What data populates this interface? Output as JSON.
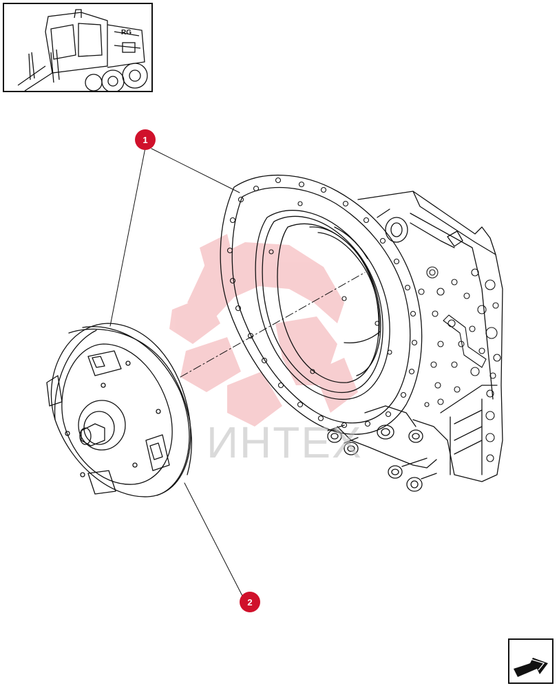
{
  "thumbnail": {
    "label": "machine-overview-thumbnail",
    "icon": "motor-grader-icon"
  },
  "callouts": [
    {
      "number": "1",
      "part": "transmission-housing"
    },
    {
      "number": "2",
      "part": "torque-converter"
    }
  ],
  "watermark": {
    "text": "ИНТЕХ",
    "logo_icon": "gear-logo-icon",
    "color": "#f2a7ab"
  },
  "navigation": {
    "icon": "next-page-arrow-icon"
  },
  "colors": {
    "callout": "#d0112b",
    "line": "#111111",
    "watermark": "#f2a7ab"
  }
}
